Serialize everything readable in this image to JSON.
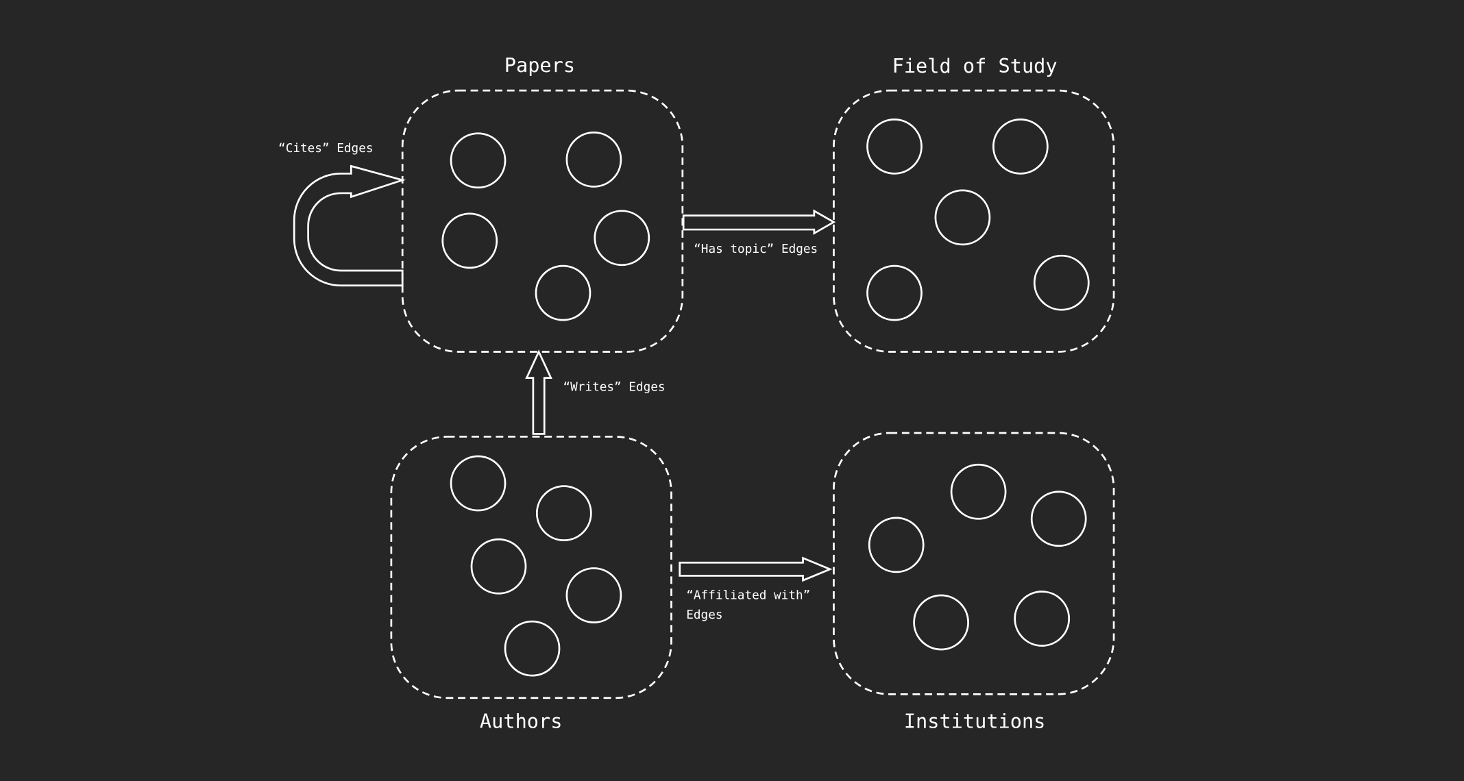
{
  "colors": {
    "background": "#262626",
    "stroke": "#ffffff",
    "text": "#ffffff"
  },
  "groups": {
    "papers": {
      "title": "Papers"
    },
    "field_of_study": {
      "title": "Field of Study"
    },
    "authors": {
      "title": "Authors"
    },
    "institutions": {
      "title": "Institutions"
    }
  },
  "edges": {
    "cites": {
      "label": "“Cites” Edges"
    },
    "has_topic": {
      "label": "“Has topic” Edges"
    },
    "writes": {
      "label": "“Writes” Edges"
    },
    "affiliated_with": {
      "label_line1": "“Affiliated with”",
      "label_line2": "Edges"
    }
  }
}
